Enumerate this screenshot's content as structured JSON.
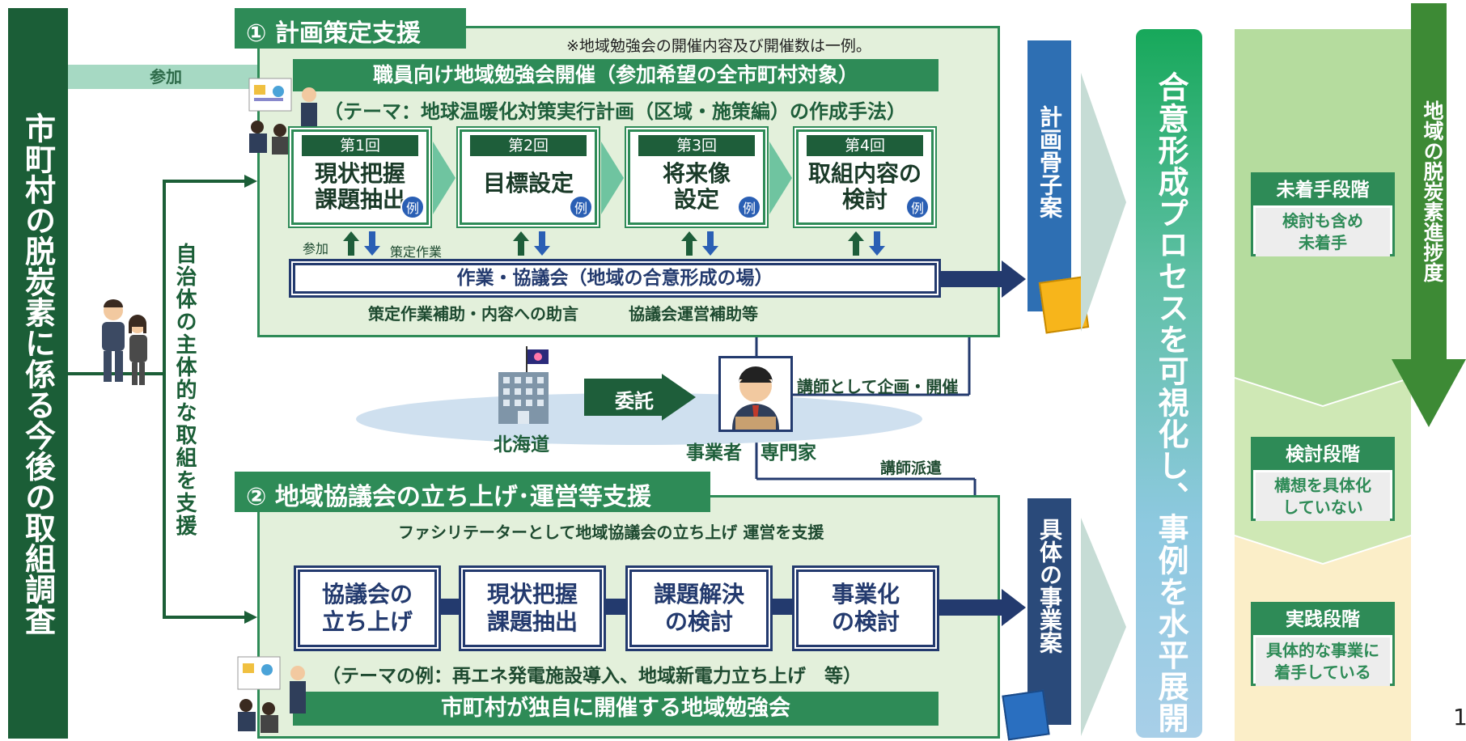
{
  "left_title": "市町村の脱炭素に係る今後の取組調査",
  "vertical_support": "自治体の主体的な取組を支援",
  "participate_arrow": "参加",
  "section1": {
    "title": "① 計画策定支援",
    "note": "※地域勉強会の開催内容及び開催数は一例。",
    "banner": "職員向け地域勉強会開催（参加希望の全市町村対象）",
    "theme": "（テーマ：地球温暖化対策実行計画（区域・施策編）の作成手法）",
    "sessions": [
      {
        "no": "第1回",
        "line1": "現状把握",
        "line2": "課題抽出"
      },
      {
        "no": "第2回",
        "line1": "目標設定",
        "line2": ""
      },
      {
        "no": "第3回",
        "line1": "将来像",
        "line2": "設定"
      },
      {
        "no": "第4回",
        "line1": "取組内容の",
        "line2": "検討"
      }
    ],
    "badge": "例",
    "label_participate": "参加",
    "label_work": "策定作業",
    "council": "作業・協議会（地域の合意形成の場）",
    "support_left": "策定作業補助・内容への助言",
    "support_right": "協議会運営補助等"
  },
  "middle": {
    "hokkaido": "北海道",
    "entrust": "委託",
    "business": "事業者",
    "expert": "専門家",
    "lecturer_plan": "講師として企画・開催",
    "lecturer_dispatch": "講師派遣"
  },
  "section2": {
    "title": "② 地域協議会の立ち上げ･運営等支援",
    "facilitator": "ファシリテーターとして地域協議会の立ち上げ 運営を支援",
    "steps": [
      {
        "line1": "協議会の",
        "line2": "立ち上げ"
      },
      {
        "line1": "現状把握",
        "line2": "課題抽出"
      },
      {
        "line1": "課題解決",
        "line2": "の検討"
      },
      {
        "line1": "事業化",
        "line2": "の検討"
      }
    ],
    "theme": "（テーマの例：再エネ発電施設導入、地域新電力立ち上げ　等）",
    "banner": "市町村が独自に開催する地域勉強会"
  },
  "plan_outline": "計画骨子案",
  "concrete_projects": "具体の事業案",
  "consensus": "合意形成プロセスを可視化し、事例を水平展開",
  "progress_title": "地域の脱炭素進捗度",
  "stages": [
    {
      "title": "未着手段階",
      "line1": "検討も含め",
      "line2": "未着手"
    },
    {
      "title": "検討段階",
      "line1": "構想を具体化",
      "line2": "していない"
    },
    {
      "title": "実践段階",
      "line1": "具体的な事業に",
      "line2": "着手している"
    }
  ],
  "page_number": "1",
  "colors": {
    "dark_green": "#1b5e37",
    "green": "#2e8b57",
    "light_green_panel": "#e3f0db",
    "navy": "#233a6e",
    "blue": "#2a5fb4"
  }
}
